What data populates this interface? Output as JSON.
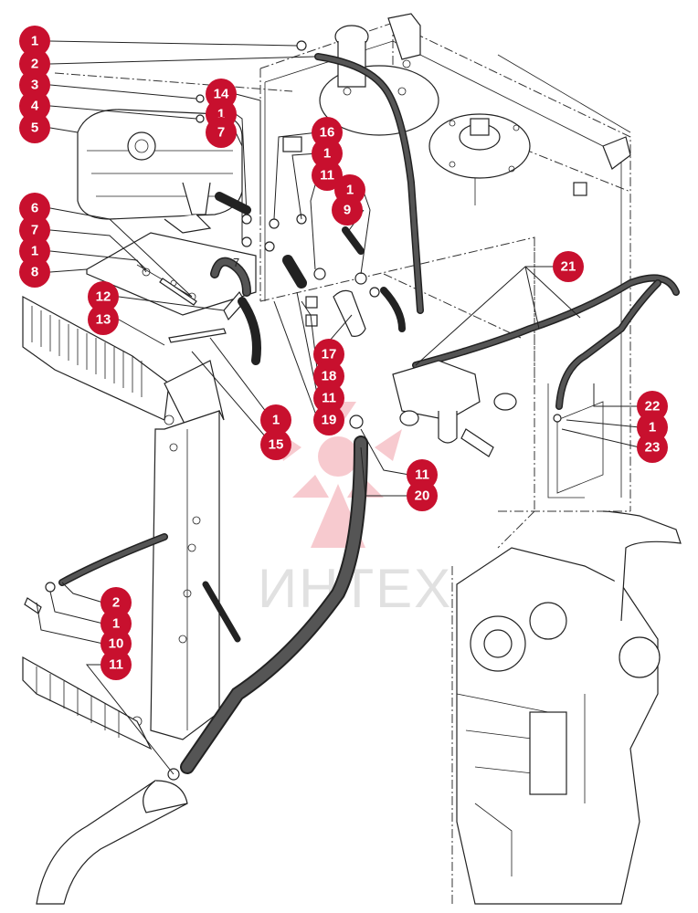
{
  "watermark": {
    "text": "ИНТЕХ",
    "color": "#f2a0a8"
  },
  "callout_color": "#c8102e",
  "callouts": [
    {
      "id": "c1a",
      "label": "1"
    },
    {
      "id": "c2a",
      "label": "2"
    },
    {
      "id": "c3",
      "label": "3"
    },
    {
      "id": "c4",
      "label": "4"
    },
    {
      "id": "c5",
      "label": "5"
    },
    {
      "id": "c6",
      "label": "6"
    },
    {
      "id": "c7a",
      "label": "7"
    },
    {
      "id": "c1b",
      "label": "1"
    },
    {
      "id": "c8",
      "label": "8"
    },
    {
      "id": "c12",
      "label": "12"
    },
    {
      "id": "c13",
      "label": "13"
    },
    {
      "id": "c14",
      "label": "14"
    },
    {
      "id": "c1c",
      "label": "1"
    },
    {
      "id": "c7b",
      "label": "7"
    },
    {
      "id": "c16",
      "label": "16"
    },
    {
      "id": "c1d",
      "label": "1"
    },
    {
      "id": "c11a",
      "label": "11"
    },
    {
      "id": "c1e",
      "label": "1"
    },
    {
      "id": "c9",
      "label": "9"
    },
    {
      "id": "c21",
      "label": "21"
    },
    {
      "id": "c17",
      "label": "17"
    },
    {
      "id": "c18",
      "label": "18"
    },
    {
      "id": "c11b",
      "label": "11"
    },
    {
      "id": "c19",
      "label": "19"
    },
    {
      "id": "c1f",
      "label": "1"
    },
    {
      "id": "c15",
      "label": "15"
    },
    {
      "id": "c22",
      "label": "22"
    },
    {
      "id": "c1g",
      "label": "1"
    },
    {
      "id": "c23",
      "label": "23"
    },
    {
      "id": "c11c",
      "label": "11"
    },
    {
      "id": "c20",
      "label": "20"
    },
    {
      "id": "c2b",
      "label": "2"
    },
    {
      "id": "c1h",
      "label": "1"
    },
    {
      "id": "c10",
      "label": "10"
    },
    {
      "id": "c11d",
      "label": "11"
    }
  ]
}
